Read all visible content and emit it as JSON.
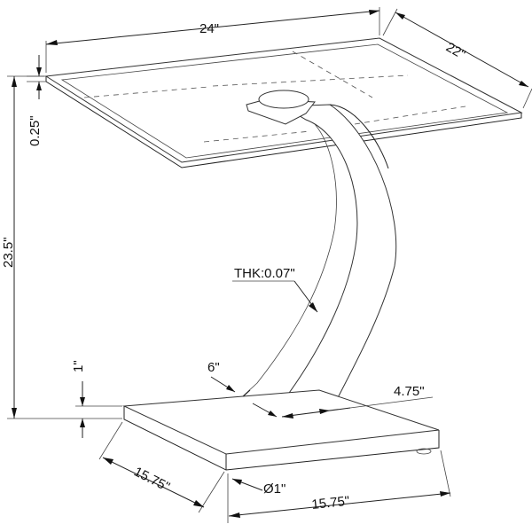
{
  "drawing": {
    "dimensions": {
      "top_width": "24\"",
      "top_depth": "22\"",
      "top_thickness": "0.25\"",
      "overall_height": "23.5\"",
      "base_thickness": "1\"",
      "base_depth": "15.75\"",
      "base_width": "15.75\"",
      "leg_width": "6\"",
      "leg_depth": "4.75\"",
      "foot_diameter": "Ø1\"",
      "material_thickness": "THK:0.07\""
    }
  }
}
